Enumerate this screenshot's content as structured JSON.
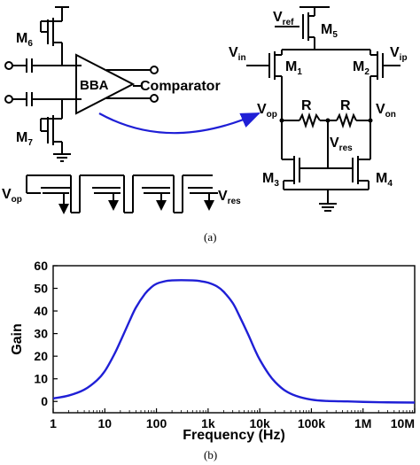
{
  "figure": {
    "caption_a": "(a)",
    "caption_b": "(b)"
  },
  "circuit_left": {
    "m6": "M",
    "m6_sub": "6",
    "m7": "M",
    "m7_sub": "7",
    "bba": "BBA",
    "comparator": "Comparator",
    "vop": "V",
    "vop_sub": "op",
    "vres": "V",
    "vres_sub": "res"
  },
  "circuit_right": {
    "vref": "V",
    "vref_sub": "ref",
    "m5": "M",
    "m5_sub": "5",
    "vin": "V",
    "vin_sub": "in",
    "m1": "M",
    "m1_sub": "1",
    "m2": "M",
    "m2_sub": "2",
    "vip": "V",
    "vip_sub": "ip",
    "vop": "V",
    "vop_sub": "op",
    "von": "V",
    "von_sub": "on",
    "r1": "R",
    "r2": "R",
    "vres": "V",
    "vres_sub": "res",
    "m3": "M",
    "m3_sub": "3",
    "m4": "M",
    "m4_sub": "4"
  },
  "colors": {
    "curve": "#1f1fd6",
    "arrow": "#1f1fd6",
    "ink": "#000000"
  },
  "chart_data": {
    "type": "line",
    "xlabel": "Frequency (Hz)",
    "ylabel": "Gain",
    "xscale": "log",
    "xlim": [
      1,
      10000000
    ],
    "ylim": [
      -5,
      60
    ],
    "xticks": [
      1,
      10,
      100,
      1000,
      10000,
      100000,
      1000000,
      10000000
    ],
    "xtick_labels": [
      "1",
      "10",
      "100",
      "1k",
      "10k",
      "100k",
      "1M",
      "10M"
    ],
    "yticks": [
      0,
      10,
      20,
      30,
      40,
      50,
      60
    ],
    "ytick_labels": [
      "0",
      "10",
      "20",
      "30",
      "40",
      "50",
      "60"
    ],
    "grid": false,
    "series": [
      {
        "x": [
          1,
          2,
          4,
          7,
          10,
          15,
          20,
          30,
          40,
          60,
          80,
          100,
          150,
          200,
          300,
          500,
          700,
          1000,
          1500,
          2000,
          3000,
          4000,
          6000,
          8000,
          10000,
          15000,
          20000,
          30000,
          50000,
          100000,
          200000,
          500000,
          1000000,
          3000000,
          10000000
        ],
        "y": [
          1.3,
          2.6,
          5.2,
          9.3,
          13.4,
          20.5,
          26.5,
          35.5,
          41.5,
          47.6,
          50.5,
          52.0,
          53.2,
          53.5,
          53.6,
          53.5,
          53.2,
          52.5,
          50.8,
          48.5,
          43.5,
          38.0,
          29.5,
          23.0,
          18.5,
          12.0,
          8.5,
          5.0,
          2.5,
          0.8,
          0.2,
          0.0,
          -0.2,
          -0.4,
          -0.5
        ]
      }
    ]
  }
}
